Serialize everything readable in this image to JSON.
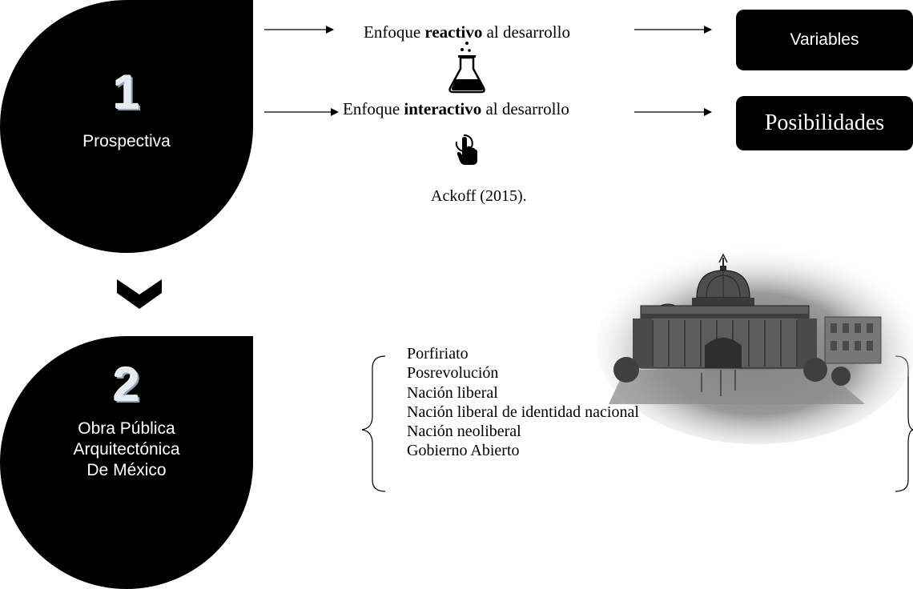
{
  "step1": {
    "number": "1",
    "label": "Prospectiva"
  },
  "step2": {
    "number": "2",
    "label": "Obra Pública\nArquitectónica\nDe México"
  },
  "reactive": {
    "prefix": "Enfoque ",
    "keyword": "reactivo",
    "suffix": " al desarrollo",
    "result": "Variables",
    "icon": "flask-icon"
  },
  "interactive": {
    "prefix": "Enfoque ",
    "keyword": "interactivo",
    "suffix": " al desarrollo",
    "result": "Posibilidades",
    "icon": "pointer-hand-icon"
  },
  "citation": "Ackoff (2015).",
  "transition_icon": "chevron-down-icon",
  "illustration": "palacio-bellas-artes-sketch",
  "eras": [
    "Porfiriato",
    "Posrevolución",
    "Nación liberal",
    "Nación liberal de identidad nacional",
    "Nación neoliberal",
    "Gobierno Abierto"
  ]
}
